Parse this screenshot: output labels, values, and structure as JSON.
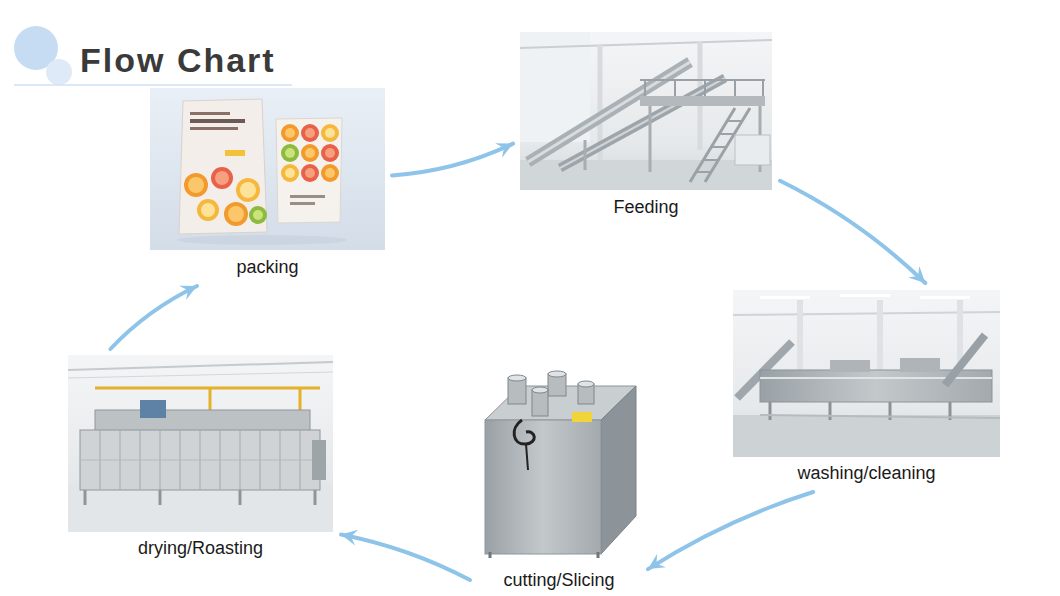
{
  "diagram": {
    "title": "Flow Chart",
    "nodes": [
      {
        "text": [
          "packing"
        ]
      },
      {
        "text": [
          "Feeding"
        ]
      },
      {
        "text": [
          "washing/cleaning"
        ]
      },
      {
        "text": [
          "cutting/Slicing"
        ]
      },
      {
        "text": [
          "drying/Roasting"
        ]
      }
    ],
    "edges": [
      {
        "from": 0,
        "to": 1,
        "arrow": "to"
      },
      {
        "from": 1,
        "to": 2,
        "arrow": "to"
      },
      {
        "from": 2,
        "to": 3,
        "arrow": "to"
      },
      {
        "from": 3,
        "to": 4,
        "arrow": "to"
      },
      {
        "from": 4,
        "to": 0,
        "arrow": "to"
      }
    ]
  }
}
